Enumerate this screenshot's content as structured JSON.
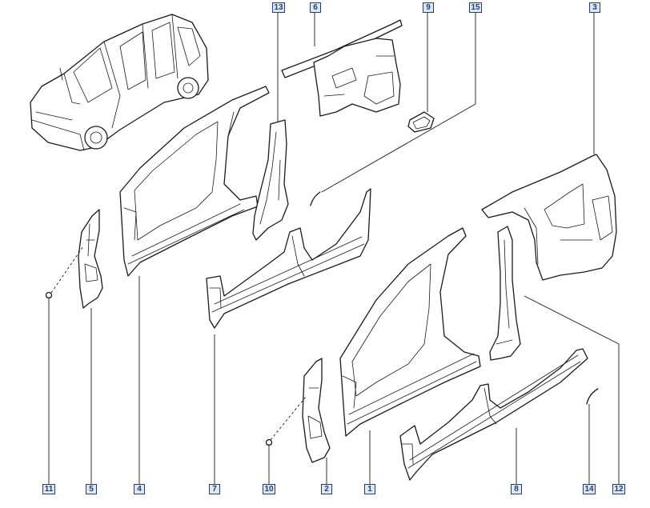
{
  "diagram": {
    "labels": {
      "l1": "1",
      "l2": "2",
      "l3": "3",
      "l4": "4",
      "l5": "5",
      "l6": "6",
      "l7": "7",
      "l8": "8",
      "l9": "9",
      "l10": "10",
      "l11": "11",
      "l12": "12",
      "l13": "13",
      "l14": "14",
      "l15": "15"
    },
    "colors": {
      "label_border": "#1f3f7a",
      "label_fill": "#dbe8f7",
      "line": "#1a1a1a"
    }
  }
}
